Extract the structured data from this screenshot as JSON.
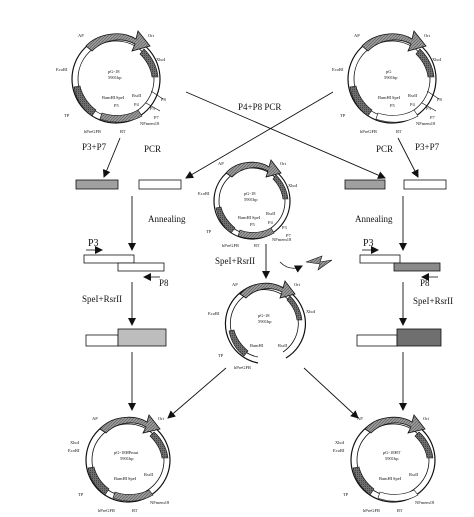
{
  "steps": {
    "pcr_top": "P4+P8   PCR",
    "pcr_left_primers": "P3+P7",
    "pcr_left": "PCR",
    "pcr_right": "PCR",
    "pcr_right_primers": "P3+P7",
    "annealing_left": "Annealing",
    "annealing_right": "Annealing",
    "digest_center": "SpeI+RsrII",
    "digest_left": "SpeI+RsrII",
    "digest_right": "SpeI+RsrII",
    "primer_p3_left": "P3",
    "primer_p8_left": "P8",
    "primer_p3_right": "P3",
    "primer_p8_right": "P8"
  },
  "plasmids": {
    "top_left": {
      "name": "pG-18",
      "size": "5901bp",
      "features": {
        "ap": "AP",
        "ori": "Ori",
        "xho": "XhoI",
        "ecor": "EcoRI",
        "bam": "BamHI",
        "spe": "SpeI",
        "rsr": "RsrII",
        "p5": "P5",
        "p4": "P4",
        "p8": "P8",
        "p3": "P3",
        "tp": "TP",
        "rt": "RT",
        "p7": "P7",
        "nf": "NFmem18",
        "gfp": "hPreGFR"
      }
    },
    "top_right": {
      "name": "pG",
      "size": "5901bp",
      "features": {
        "ap": "AP",
        "ori": "Ori",
        "xho": "XhoI",
        "ecor": "EcoRI",
        "bam": "BamHI",
        "spe": "SpeI",
        "rsr": "RsrII",
        "p5": "P5",
        "p4": "P4",
        "p8": "P8",
        "p3": "P3",
        "tp": "TP",
        "rt": "RT",
        "p7": "P7",
        "nf": "NFmem18",
        "gfp": "hPreGFR"
      }
    },
    "center": {
      "name": "pG-18",
      "size": "5901bp",
      "features": {
        "ap": "AP",
        "ori": "Ori",
        "xho": "XhoI",
        "ecor": "EcoRI",
        "bam": "BamHI",
        "spe": "SpeI",
        "rsr": "RsrII",
        "p5": "P5",
        "p4": "P4",
        "p3": "P3",
        "tp": "TP",
        "rt": "RT",
        "p7": "P7",
        "nf": "NFmem18",
        "gfp": "hPreGFR"
      }
    },
    "cut": {
      "name": "pG-18",
      "size": "5901bp",
      "features": {
        "ap": "AP",
        "ori": "Ori",
        "xho": "XhoI",
        "ecor": "EcoRI",
        "bam": "BamHI",
        "rsr": "RsrII",
        "tp": "TP",
        "gfp": "hPreGFR"
      }
    },
    "bottom_left": {
      "name": "pG-18HPmut",
      "size": "5901bp",
      "features": {
        "ap": "AP",
        "ori": "Ori",
        "xho": "XhoI",
        "ecor": "EcoRI",
        "bam": "BamHI",
        "spe": "SpeI",
        "rsr": "RsrII",
        "tp": "TP",
        "rt": "RT",
        "nf": "NFmem18",
        "gfp": "hPreGFR"
      }
    },
    "bottom_right": {
      "name": "pG-18HT",
      "size": "5901bp",
      "features": {
        "ap": "AP",
        "ori": "Ori",
        "xho": "XhoI",
        "ecor": "EcoRI",
        "bam": "BamHI",
        "spe": "SpeI",
        "rsr": "RsrII",
        "tp": "TP",
        "rt": "RT",
        "nf": "NFmem18",
        "gfp": "hPreGFR"
      }
    }
  }
}
